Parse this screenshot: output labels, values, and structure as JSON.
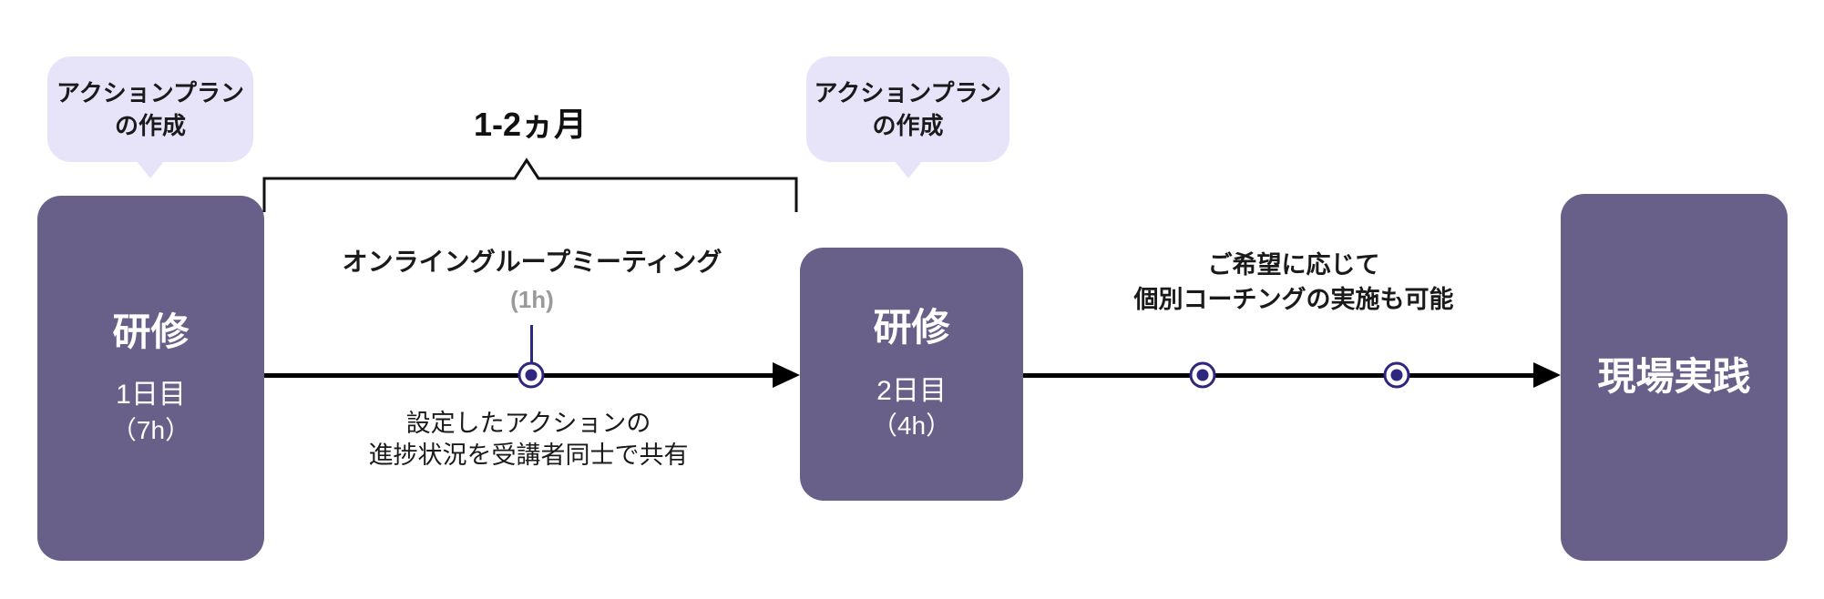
{
  "colors": {
    "stage_box_purple": "#696089",
    "bubble_lavender": "#e7e4fa",
    "marker_indigo": "#2e2780",
    "arrow_black": "#000000",
    "duration_gray": "#9a9a9a"
  },
  "annotations": {
    "action_plan_1": {
      "line1": "アクションプラン",
      "line2": "の作成"
    },
    "action_plan_2": {
      "line1": "アクションプラン",
      "line2": "の作成"
    },
    "duration_bracket_label": "1-2ヵ月"
  },
  "stages": {
    "training_day1": {
      "title": "研修",
      "subtitle": "1日目",
      "hours": "（7h）"
    },
    "training_day2": {
      "title": "研修",
      "subtitle": "2日目",
      "hours": "（4h）"
    },
    "practice": {
      "title": "現場実践"
    }
  },
  "midpoints": {
    "online_meeting": {
      "title": "オンライングループミーティング",
      "duration": "(1h)",
      "note_line1": "設定したアクションの",
      "note_line2": "進捗状況を受講者同士で共有"
    },
    "coaching": {
      "note_line1": "ご希望に応じて",
      "note_line2": "個別コーチングの実施も可能"
    }
  }
}
